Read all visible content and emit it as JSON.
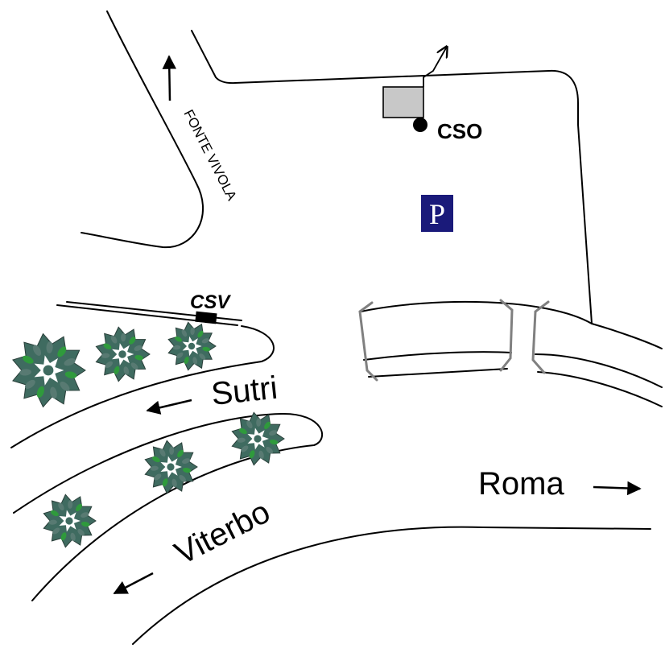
{
  "colors": {
    "parking": "#1a1a7a",
    "parking_symbol": "#ffffff",
    "tree": "#3f6b60",
    "tree_light": "#2f9a3c",
    "building": "#c8c8c8",
    "bridge_rail": "#808080"
  },
  "labels": {
    "fonte_vivola": "FONTE VIVOLA",
    "cso": "CSO",
    "csv": "CSV",
    "parking": "P",
    "sutri": "Sutri",
    "viterbo": "Viterbo",
    "roma": "Roma"
  },
  "icons": {
    "parking": "parking-sign-icon",
    "tree": "tree-icon",
    "arrow": "direction-arrow-icon",
    "station": "station-dot-icon"
  }
}
